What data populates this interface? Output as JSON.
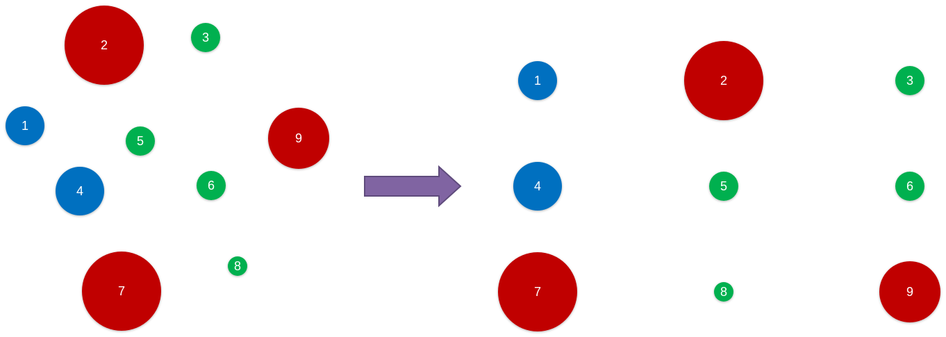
{
  "colors": {
    "blue": "#0070C0",
    "red": "#C00000",
    "green": "#00B050",
    "arrow": "#8064A2",
    "arrow_border": "#5F4B7C"
  },
  "before": [
    {
      "label": "1",
      "color": "blue",
      "size": "medium"
    },
    {
      "label": "2",
      "color": "red",
      "size": "large"
    },
    {
      "label": "3",
      "color": "green",
      "size": "small"
    },
    {
      "label": "4",
      "color": "blue",
      "size": "medium"
    },
    {
      "label": "5",
      "color": "green",
      "size": "small"
    },
    {
      "label": "6",
      "color": "green",
      "size": "small"
    },
    {
      "label": "7",
      "color": "red",
      "size": "large"
    },
    {
      "label": "8",
      "color": "green",
      "size": "tiny"
    },
    {
      "label": "9",
      "color": "red",
      "size": "medium-large"
    }
  ],
  "after": [
    {
      "label": "1",
      "color": "blue",
      "size": "medium"
    },
    {
      "label": "2",
      "color": "red",
      "size": "large"
    },
    {
      "label": "3",
      "color": "green",
      "size": "small"
    },
    {
      "label": "4",
      "color": "blue",
      "size": "medium"
    },
    {
      "label": "5",
      "color": "green",
      "size": "small"
    },
    {
      "label": "6",
      "color": "green",
      "size": "small"
    },
    {
      "label": "7",
      "color": "red",
      "size": "large"
    },
    {
      "label": "8",
      "color": "green",
      "size": "tiny"
    },
    {
      "label": "9",
      "color": "red",
      "size": "medium-large"
    }
  ]
}
